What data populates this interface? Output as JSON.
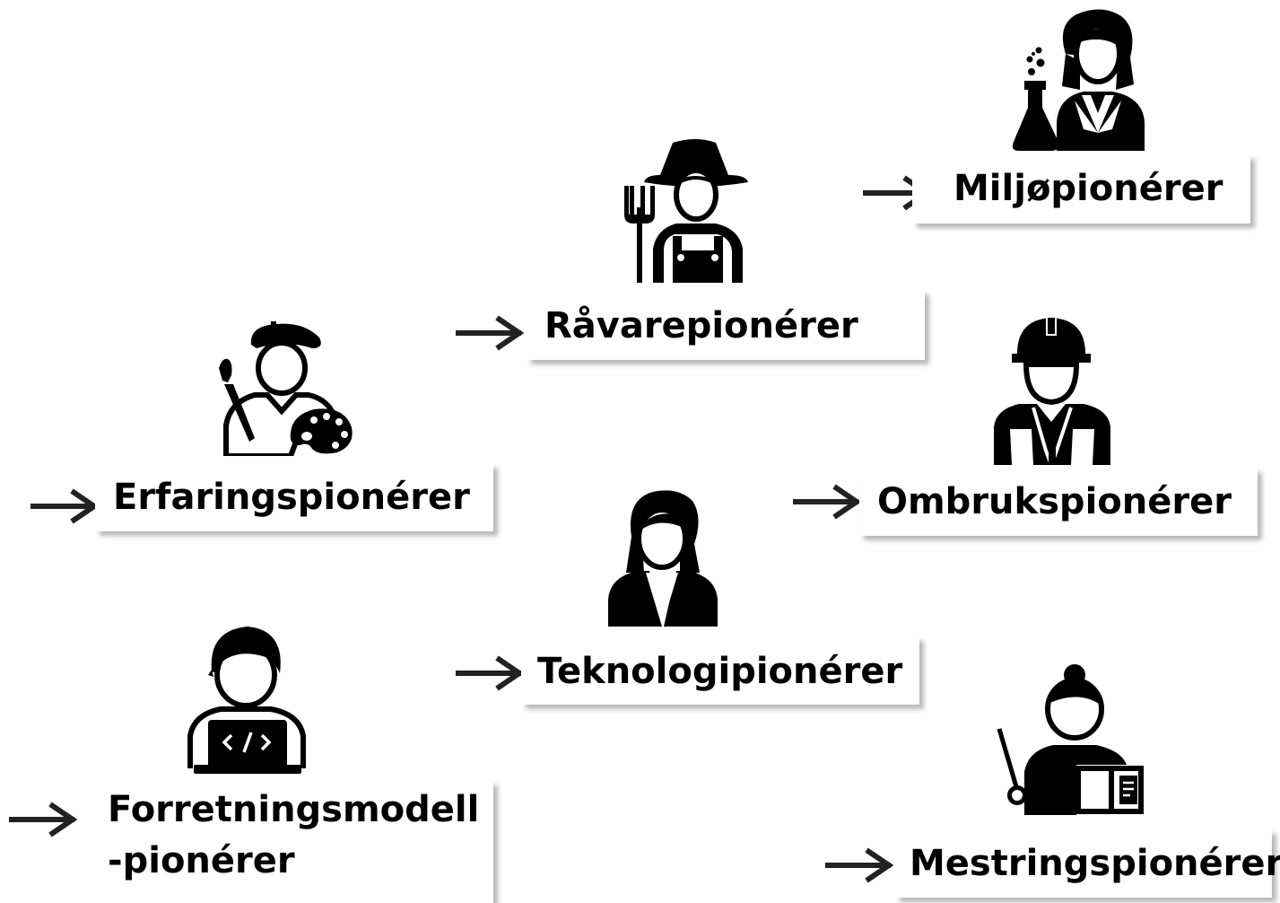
{
  "colors": {
    "background": "#ffffff",
    "icon": "#000000",
    "text": "#000000",
    "arrow": "#222222"
  },
  "pioneers": [
    {
      "id": "miljo",
      "label": "Miljøpionérer",
      "icon": "scientist-woman-icon"
    },
    {
      "id": "ravare",
      "label": "Råvarepionérer",
      "icon": "farmer-icon"
    },
    {
      "id": "erfaring",
      "label": "Erfaringspionérer",
      "icon": "painter-icon"
    },
    {
      "id": "ombruk",
      "label": "Ombrukspionérer",
      "icon": "construction-worker-icon"
    },
    {
      "id": "teknologi",
      "label": "Teknologipionérer",
      "icon": "businesswoman-icon"
    },
    {
      "id": "forretning",
      "label_lines": [
        "Forretningsmodell",
        "-pionérer"
      ],
      "icon": "developer-laptop-icon"
    },
    {
      "id": "mestring",
      "label": "Mestringspionérer",
      "icon": "teacher-icon"
    }
  ]
}
